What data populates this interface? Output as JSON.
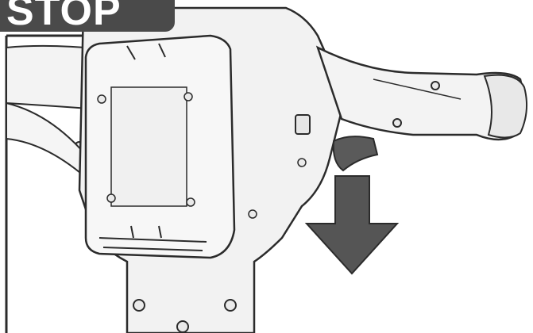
{
  "badge": {
    "label": "STOP",
    "color": "#4a4a4a",
    "text_color": "#ffffff"
  },
  "illustration": {
    "subject": "power-tool-handle-with-battery",
    "arrow_direction": "down",
    "arrow_color": "#555555",
    "line_color": "#2b2b2b",
    "fill_color": "#f2f2f2"
  }
}
